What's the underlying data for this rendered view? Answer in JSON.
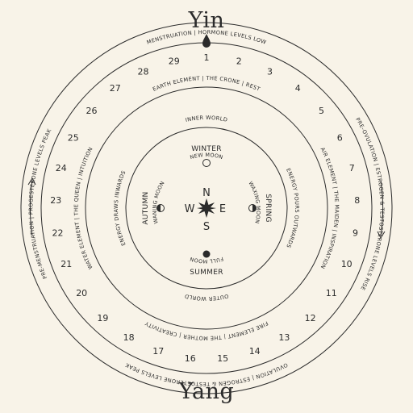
{
  "titles": {
    "top": "Yin",
    "bottom": "Yang"
  },
  "days": [
    "1",
    "2",
    "3",
    "4",
    "5",
    "6",
    "7",
    "8",
    "9",
    "10",
    "11",
    "12",
    "13",
    "14",
    "15",
    "16",
    "17",
    "18",
    "19",
    "20",
    "21",
    "22",
    "23",
    "24",
    "25",
    "26",
    "27",
    "28",
    "29"
  ],
  "phases": {
    "menstruation": "MENSTRUATION | HORMONE LEVELS LOW",
    "pre_ovulation": "PRE-OVULATION | ESTROGEN & TESTOSTERONE LEVELS RISE",
    "ovulation": "OVULATION | ESTROGEN & TESTOSTERONE LEVELS PEAK",
    "pre_menstruation": "PRE-MENSTRUATION | PROGESTERONE LEVELS PEAK"
  },
  "elements": {
    "earth": "EARTH ELEMENT | THE CRONE | REST",
    "air": "AIR ELEMENT | THE MAIDEN | INSPIRATION",
    "fire": "FIRE ELEMENT | THE MOTHER | CREATIVITY",
    "water": "WATER ELEMENT | THE QUEEN | INTUITION"
  },
  "world": {
    "inner": "INNER WORLD",
    "outer": "OUTER WORLD"
  },
  "energy": {
    "outwards": "ENERGY POURS OUTWARDS",
    "inwards": "ENERGY DRAWS INWARDS"
  },
  "seasons": {
    "winter": "WINTER",
    "spring": "SPRING",
    "summer": "SUMMER",
    "autumn": "AUTUMN"
  },
  "moons": {
    "new": "NEW MOON",
    "waxing": "WAXING MOON",
    "full": "FULL MOON",
    "waning": "WANING MOON"
  },
  "compass": {
    "north": "N",
    "east": "E",
    "south": "S",
    "west": "W"
  },
  "colors": {
    "background": "#f8f3e8",
    "ink": "#2b2b2b"
  }
}
